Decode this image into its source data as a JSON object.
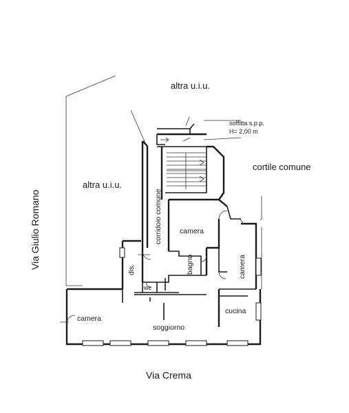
{
  "plan": {
    "top_neighbor": "altra u.i.u.",
    "left_neighbor": "altra u.i.u.",
    "courtyard": "cortile comune",
    "attic_line1": "soffitta s.p.p.",
    "attic_line2": "H= 2,00 m",
    "street_left": "Via Giulio Romano",
    "street_bottom": "Via Crema",
    "rooms": {
      "corridor": "corridoio comune",
      "camera_center": "camera",
      "camera_right": "camera",
      "camera_left": "camera",
      "dis": "dis.",
      "wc": "wc",
      "bagno": "bagno",
      "cucina": "cucina",
      "soggiorno": "soggiorno"
    }
  }
}
